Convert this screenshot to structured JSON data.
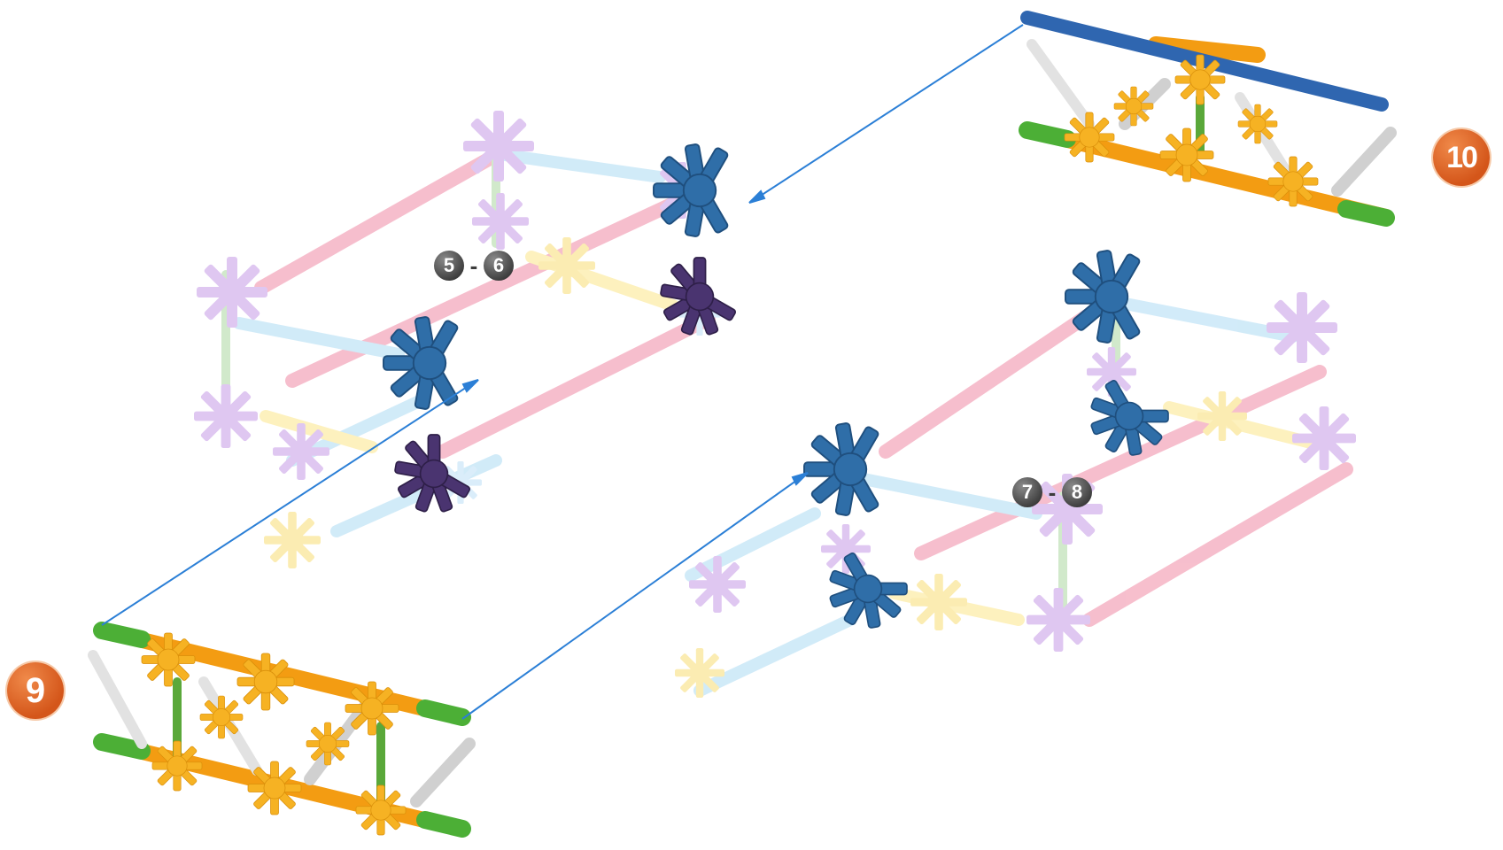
{
  "steps": {
    "step_9": "9",
    "step_10": "10"
  },
  "references": {
    "left": {
      "from": "5",
      "dash": "-",
      "to": "6"
    },
    "right": {
      "from": "7",
      "dash": "-",
      "to": "8"
    }
  },
  "colors": {
    "step_badge": "#d4561a",
    "reference_badge": "#3c3c3c",
    "assembly_arrow": "#2b7fd6",
    "ghost_connector": "#c9a4e6",
    "ghost_rod_red": "#f4a3b8",
    "ghost_rod_blue": "#bfe3f7",
    "blue_connector": "#2f6ea8",
    "purple_connector": "#4a3470",
    "yellow_connector": "#f6b223",
    "orange_rod": "#f39c12",
    "green_rod": "#4caf36",
    "white_rod": "#dcdcdc",
    "blue_rod": "#2f66b0"
  }
}
